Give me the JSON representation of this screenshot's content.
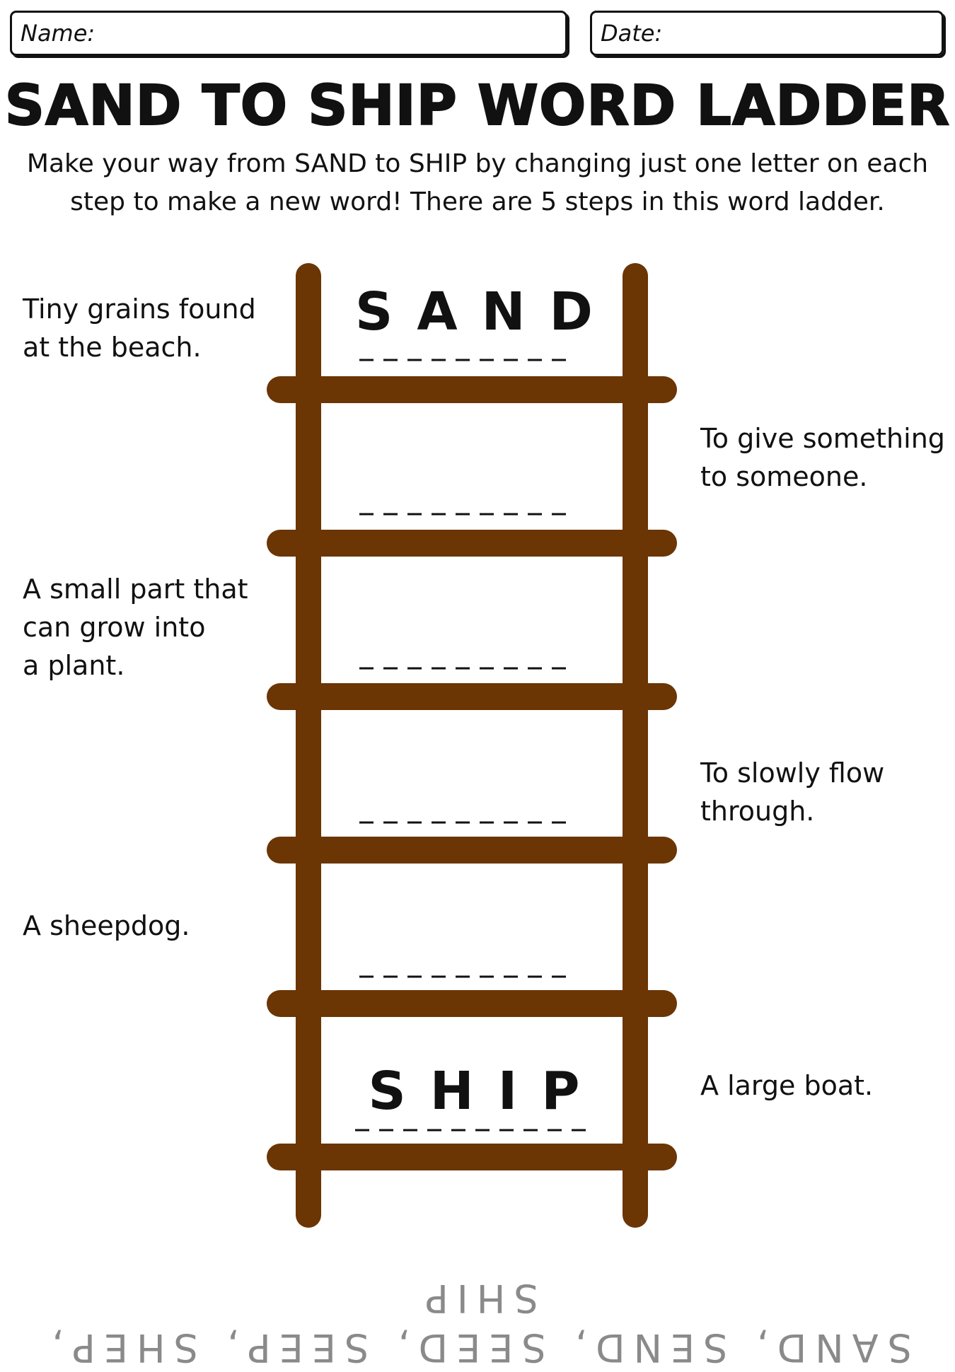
{
  "header": {
    "name_label": "Name:",
    "date_label": "Date:"
  },
  "title": "SAND TO SHIP WORD LADDER",
  "instructions": "Make your way from SAND to SHIP by changing just one letter on each step to make a new word! There are 5 steps in this word ladder.",
  "ladder": {
    "start_word": "SAND",
    "end_word": "SHIP",
    "rails_color": "#6b3504",
    "blank_rungs": 6
  },
  "clues": [
    {
      "text": "Tiny grains found\nat the beach."
    },
    {
      "text": "To give something\nto someone."
    },
    {
      "text": "A small part that\ncan grow into\na plant."
    },
    {
      "text": "To slowly flow\nthrough."
    },
    {
      "text": "A sheepdog."
    },
    {
      "text": "A large boat."
    }
  ],
  "answer_key": "SAND, SEND, SEED, SEEP, SHEP, SHIP"
}
